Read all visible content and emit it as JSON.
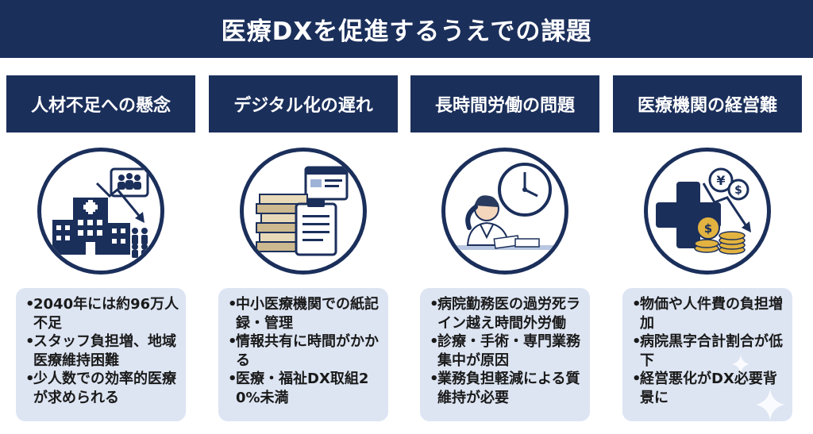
{
  "title": "医療DXを促進するうえでの課題",
  "columns": [
    {
      "heading": "人材不足への懸念",
      "icon": "hospital-staff-decline-icon",
      "bullets": [
        "2040年には約96万人不足",
        "スタッフ負担増、地域医療維持困難",
        "少人数での効率的医療が求められる"
      ]
    },
    {
      "heading": "デジタル化の遅れ",
      "icon": "paper-records-icon",
      "bullets": [
        "中小医療機関での紙記録・管理",
        "情報共有に時間がかかる",
        "医療・福祉DX取組20%未満"
      ]
    },
    {
      "heading": "長時間労働の問題",
      "icon": "tired-doctor-clock-icon",
      "bullets": [
        "病院勤務医の過労死ライン越え時間外労働",
        "診療・手術・専門業務集中が原因",
        "業務負担軽減による質維持が必要"
      ]
    },
    {
      "heading": "医療機関の経営難",
      "icon": "medical-cross-money-icon",
      "bullets": [
        "物価や人件費の負担増加",
        "病院黒字合計割合が低下",
        "経営悪化がDX必要背景に"
      ]
    }
  ],
  "colors": {
    "navy": "#1b2f5b",
    "card": "#dde5f3",
    "accent_red": "#c0392b",
    "coin": "#e2b340"
  }
}
